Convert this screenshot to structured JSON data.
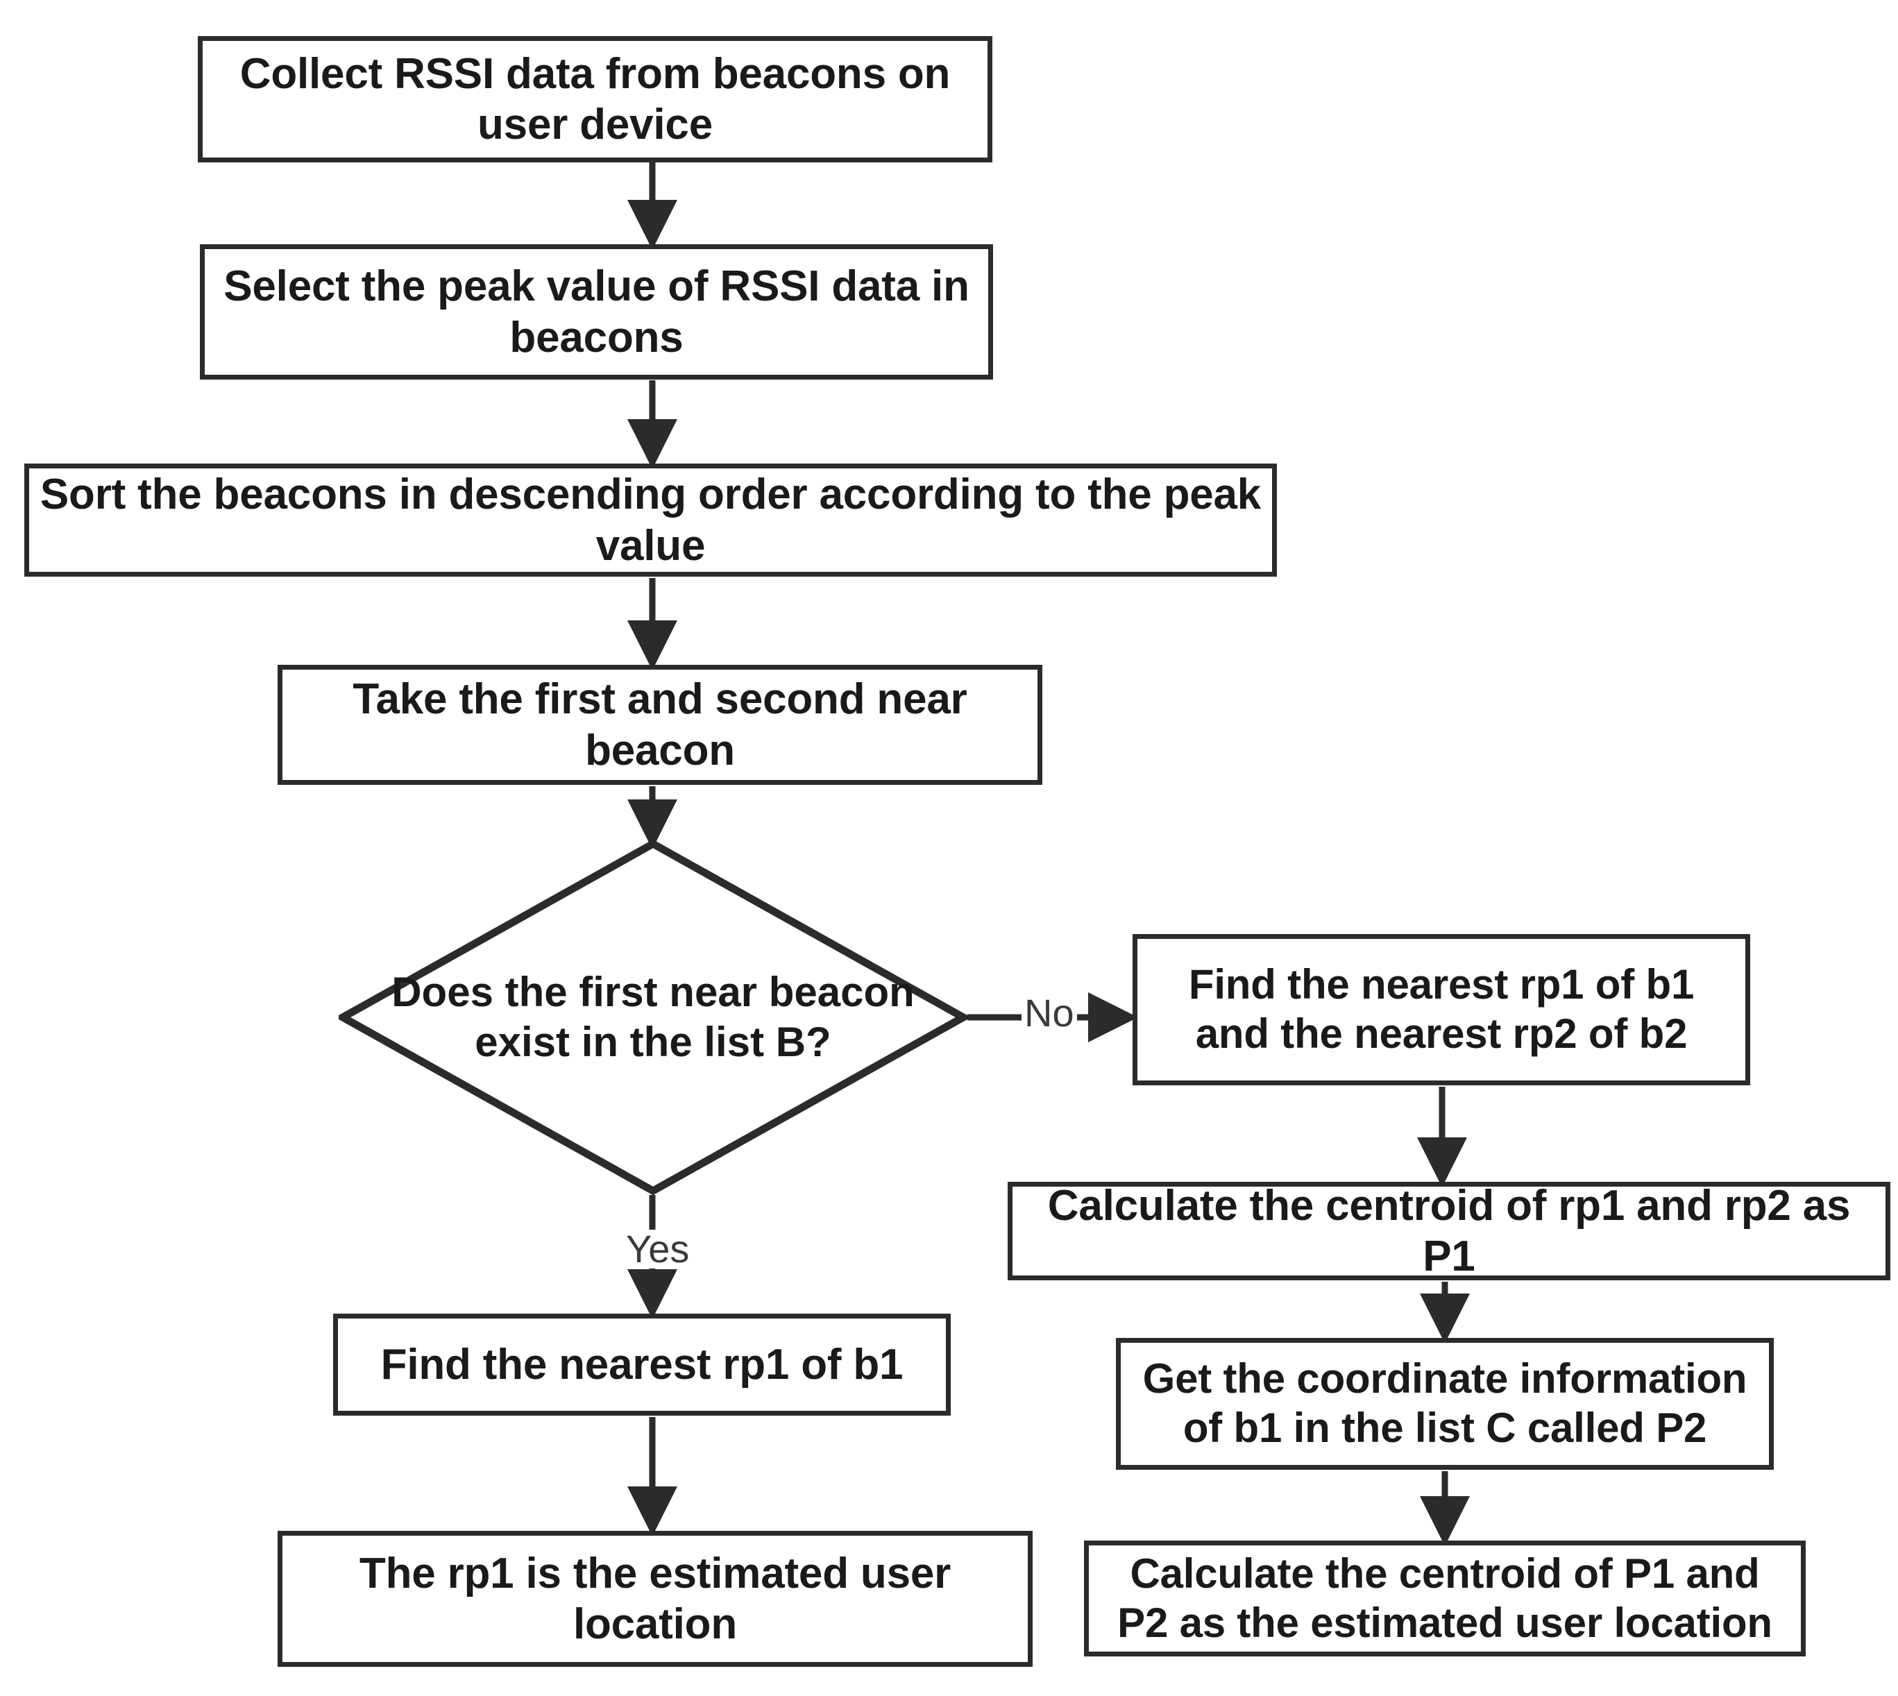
{
  "diagram": {
    "title": "Beacon RSSI indoor positioning flowchart",
    "type": "flowchart",
    "colors": {
      "stroke": "#2b2b2b",
      "text": "#1a1a1a",
      "background": "#ffffff",
      "edge_label_text": "#3a3a3a"
    },
    "nodes": [
      {
        "id": "collect",
        "shape": "process",
        "text": "Collect RSSI data from beacons on user device"
      },
      {
        "id": "select",
        "shape": "process",
        "text": "Select the peak value of RSSI data in beacons"
      },
      {
        "id": "sort",
        "shape": "process",
        "text": "Sort the beacons in descending order according to the peak value"
      },
      {
        "id": "take",
        "shape": "process",
        "text": "Take the first and second near beacon"
      },
      {
        "id": "decision",
        "shape": "decision",
        "text": "Does the first near beacon\nexist in the list B?"
      },
      {
        "id": "find_rp1_rp2",
        "shape": "process",
        "text": "Find the nearest rp1 of b1\nand the nearest rp2 of b2"
      },
      {
        "id": "centroid_p1",
        "shape": "process",
        "text": "Calculate the centroid of rp1 and rp2 as P1"
      },
      {
        "id": "find_rp1",
        "shape": "process",
        "text": "Find the nearest rp1 of b1"
      },
      {
        "id": "get_coord_p2",
        "shape": "process",
        "text": "Get the coordinate information\nof b1 in the list C called P2"
      },
      {
        "id": "rp1_estimated",
        "shape": "process",
        "text": "The rp1 is the estimated user location"
      },
      {
        "id": "centroid_p1_p2",
        "shape": "process",
        "text": "Calculate the centroid of P1 and\nP2 as the estimated user location"
      }
    ],
    "edges": [
      {
        "from": "collect",
        "to": "select",
        "label": ""
      },
      {
        "from": "select",
        "to": "sort",
        "label": ""
      },
      {
        "from": "sort",
        "to": "take",
        "label": ""
      },
      {
        "from": "take",
        "to": "decision",
        "label": ""
      },
      {
        "from": "decision",
        "to": "find_rp1",
        "label": "Yes"
      },
      {
        "from": "decision",
        "to": "find_rp1_rp2",
        "label": "No"
      },
      {
        "from": "find_rp1_rp2",
        "to": "centroid_p1",
        "label": ""
      },
      {
        "from": "centroid_p1",
        "to": "get_coord_p2",
        "label": ""
      },
      {
        "from": "get_coord_p2",
        "to": "centroid_p1_p2",
        "label": ""
      },
      {
        "from": "find_rp1",
        "to": "rp1_estimated",
        "label": ""
      }
    ],
    "edge_labels": {
      "yes": "Yes",
      "no": "No"
    }
  }
}
